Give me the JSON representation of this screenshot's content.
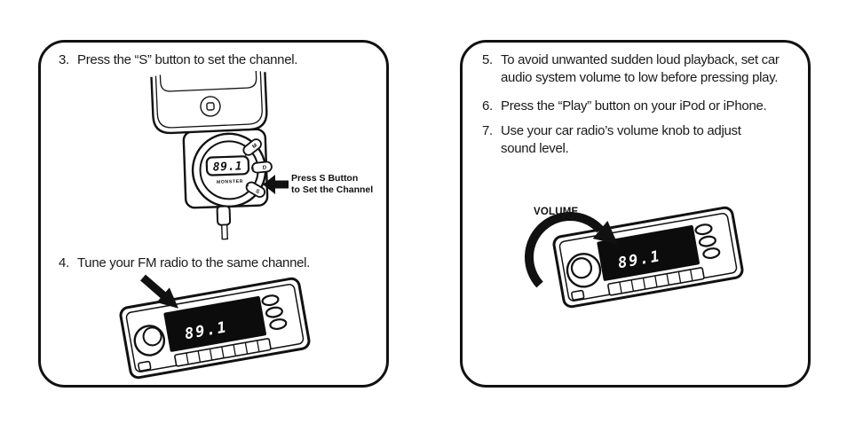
{
  "colors": {
    "ink": "#111111",
    "paper": "#ffffff",
    "display_bg": "#0c0c0c",
    "display_digits": "#ffffff"
  },
  "left_panel": {
    "steps": [
      {
        "number": "3.",
        "lines": [
          "Press the “S” button to set the channel."
        ]
      },
      {
        "number": "4.",
        "lines": [
          "Tune your FM radio to the same channel."
        ]
      }
    ],
    "transmitter": {
      "display_frequency": "89.1",
      "brand": "MONSTER",
      "preset_buttons": [
        {
          "num": "1",
          "key": "M"
        },
        {
          "num": "2",
          "key": "D"
        },
        {
          "num": "3",
          "key": "S"
        }
      ],
      "callout_line1": "Press S Button",
      "callout_line2": "to Set the Channel"
    },
    "radio": {
      "display_frequency": "89.1"
    }
  },
  "right_panel": {
    "steps": [
      {
        "number": "5.",
        "lines": [
          "To avoid unwanted sudden loud playback, set car",
          "audio system volume to low before pressing play."
        ]
      },
      {
        "number": "6.",
        "lines": [
          "Press the “Play” button on your iPod or iPhone."
        ]
      },
      {
        "number": "7.",
        "lines": [
          "Use your car radio’s volume knob to adjust",
          "sound level."
        ]
      }
    ],
    "volume_label": "VOLUME",
    "radio": {
      "display_frequency": "89.1"
    }
  }
}
